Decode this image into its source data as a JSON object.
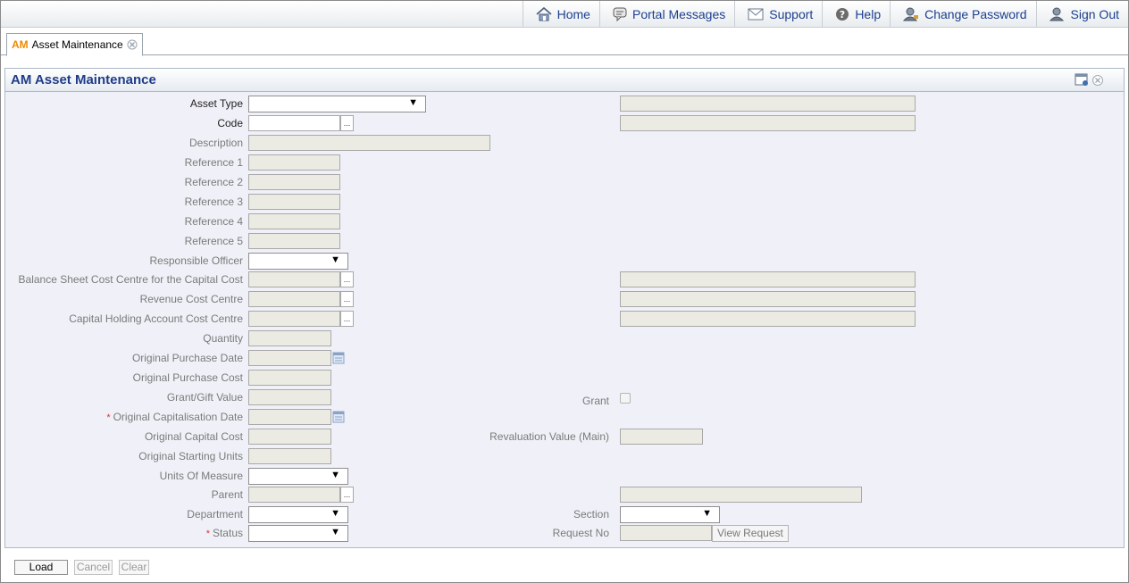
{
  "nav": {
    "items": [
      {
        "label": "Home",
        "icon": "home-icon"
      },
      {
        "label": "Portal Messages",
        "icon": "message-icon"
      },
      {
        "label": "Support",
        "icon": "envelope-icon"
      },
      {
        "label": "Help",
        "icon": "help-icon"
      },
      {
        "label": "Change Password",
        "icon": "user-key-icon"
      },
      {
        "label": "Sign Out",
        "icon": "user-signout-icon"
      }
    ]
  },
  "tab": {
    "prefix": "AM",
    "title": "Asset Maintenance"
  },
  "panel": {
    "title": "AM Asset Maintenance"
  },
  "form": {
    "asset_type": "Asset Type",
    "code": "Code",
    "description": "Description",
    "reference1": "Reference 1",
    "reference2": "Reference 2",
    "reference3": "Reference 3",
    "reference4": "Reference 4",
    "reference5": "Reference 5",
    "responsible_officer": "Responsible Officer",
    "balance_sheet_cc": "Balance Sheet Cost Centre for the Capital Cost",
    "revenue_cc": "Revenue Cost Centre",
    "capital_holding_cc": "Capital Holding Account Cost Centre",
    "quantity": "Quantity",
    "orig_purchase_date": "Original Purchase Date",
    "orig_purchase_cost": "Original Purchase Cost",
    "grant_gift_value": "Grant/Gift Value",
    "grant": "Grant",
    "orig_capitalisation_date": "Original Capitalisation Date",
    "orig_capital_cost": "Original Capital Cost",
    "revaluation_value": "Revaluation Value (Main)",
    "orig_starting_units": "Original Starting Units",
    "units_of_measure": "Units Of Measure",
    "parent": "Parent",
    "department": "Department",
    "section": "Section",
    "status": "Status",
    "request_no": "Request No",
    "required_marker": "*",
    "lookup_glyph": "...",
    "dropdown_glyph": "▼"
  },
  "buttons": {
    "view_request": "View Request",
    "load": "Load",
    "cancel": "Cancel",
    "clear": "Clear"
  }
}
